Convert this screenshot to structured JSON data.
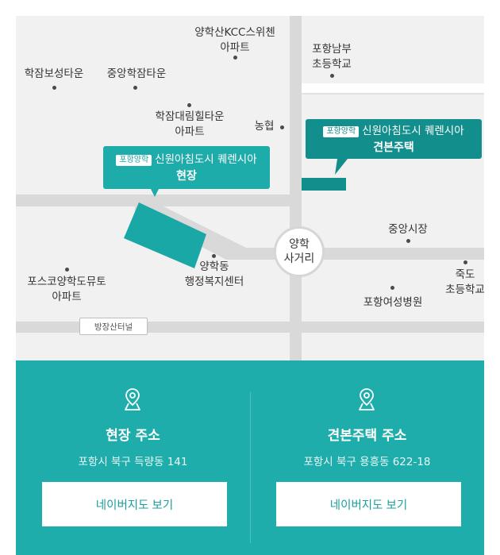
{
  "map": {
    "pois": {
      "kcc": {
        "line1": "양학산KCC스위첸",
        "line2": "아파트"
      },
      "pohang_nambu": {
        "line1": "포항남부",
        "line2": "초등학교"
      },
      "hakjam_bosung": {
        "line1": "학잠보성타운"
      },
      "jungang_hakjam": {
        "line1": "중앙학잠타운"
      },
      "hakjam_daerim": {
        "line1": "학잠대림힐타운",
        "line2": "아파트"
      },
      "nonghyup": {
        "line1": "농협"
      },
      "jungang_market": {
        "line1": "중앙시장"
      },
      "yanghak_center": {
        "line1": "양학동",
        "line2": "행정복지센터"
      },
      "posco": {
        "line1": "포스코양학도뮤토",
        "line2": "아파트"
      },
      "jukdo": {
        "line1": "죽도",
        "line2": "초등학교"
      },
      "women_hospital": {
        "line1": "포항여성병원"
      }
    },
    "intersection": {
      "line1": "양학",
      "line2": "사거리"
    },
    "tunnel_label": "방장산터널",
    "callout_site": {
      "tag": "포항양학",
      "title": "신원아침도시 퀘렌시아",
      "subtitle": "현장"
    },
    "callout_model": {
      "tag": "포항양학",
      "title": "신원아침도시 퀘렌시아",
      "subtitle": "견본주택"
    }
  },
  "info": {
    "site": {
      "title": "현장 주소",
      "address": "포항시 북구 득량동 141",
      "button": "네이버지도 보기"
    },
    "model": {
      "title": "견본주택 주소",
      "address": "포항시 북구 용흥동 622-18",
      "button": "네이버지도 보기"
    }
  },
  "colors": {
    "teal": "#1fadab",
    "callout_site": "#1dacaa",
    "callout_model": "#128f8d"
  }
}
